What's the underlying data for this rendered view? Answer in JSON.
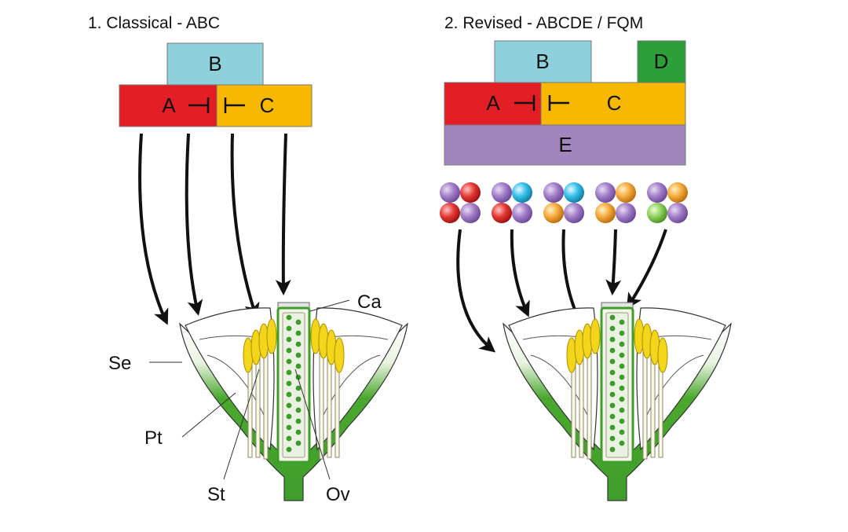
{
  "panels": [
    {
      "title": "1. Classical  - ABC",
      "boxes": {
        "b": "B",
        "a": "A",
        "c": "C"
      }
    },
    {
      "title": "2. Revised - ABCDE / FQM",
      "boxes": {
        "b": "B",
        "d": "D",
        "a": "A",
        "c": "C",
        "e": "E"
      }
    }
  ],
  "labels": {
    "ca": "Ca",
    "se": "Se",
    "pt": "Pt",
    "st": "St",
    "ov": "Ov"
  },
  "colors": {
    "a": "#e31e24",
    "b": "#8ed0dc",
    "c": "#f9b800",
    "d": "#2e9e3a",
    "e": "#a385bd",
    "sepal": "#4aa82e"
  }
}
